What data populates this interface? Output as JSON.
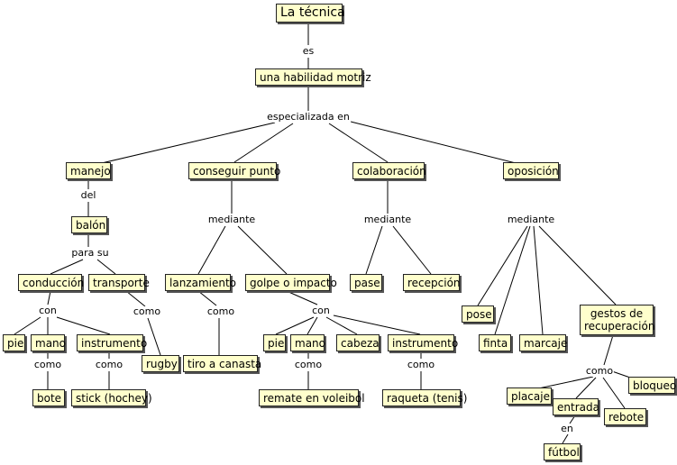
{
  "concepts": {
    "tecnica": "La técnica",
    "habilidad": "una habilidad motriz",
    "manejo": "manejo",
    "conseguir": "conseguir punto",
    "colaboracion": "colaboración",
    "oposicion": "oposición",
    "balon": "balón",
    "conduccion": "conducción",
    "transporte": "transporte",
    "pie1": "pie",
    "mano1": "mano",
    "instrumento1": "instrumento",
    "bote": "bote",
    "stick": "stick (hochey)",
    "rugby": "rugby",
    "lanzamiento": "lanzamiento",
    "golpe": "golpe o impacto",
    "tiro": "tiro a canasta",
    "pie2": "pie",
    "mano2": "mano",
    "cabeza": "cabeza",
    "instrumento2": "instrumento",
    "remate": "remate en voleibol",
    "raqueta": "raqueta (tenis)",
    "pase": "pase",
    "recepcion": "recepción",
    "pose": "pose",
    "finta": "finta",
    "marcaje": "marcaje",
    "gestos": "gestos de recuperación",
    "placaje": "placaje",
    "entrada": "entrada",
    "rebote": "rebote",
    "bloqueo": "bloqueo",
    "futbol": "fútbol"
  },
  "links": {
    "es": "es",
    "especializada": "especializada en",
    "del": "del",
    "parasu": "para su",
    "con1": "con",
    "como_transporte": "como",
    "como_mano1": "como",
    "como_instr1": "como",
    "mediante1": "mediante",
    "como_lanz": "como",
    "con2": "con",
    "como_mano2": "como",
    "como_instr2": "como",
    "mediante2": "mediante",
    "mediante3": "mediante",
    "como_gestos": "como",
    "en": "en"
  }
}
